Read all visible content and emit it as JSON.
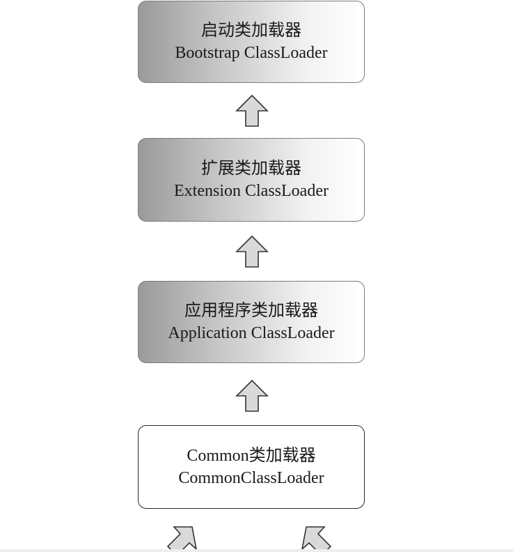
{
  "boxes": {
    "bootstrap": {
      "zh": "启动类加载器",
      "en": "Bootstrap ClassLoader"
    },
    "extension": {
      "zh": "扩展类加载器",
      "en": "Extension ClassLoader"
    },
    "application": {
      "zh": "应用程序类加载器",
      "en": "Application ClassLoader"
    },
    "common": {
      "zh": "Common类加载器",
      "en": "CommonClassLoader"
    }
  },
  "colors": {
    "arrow_fill": "#d9d9d9",
    "arrow_stroke": "#333333"
  }
}
